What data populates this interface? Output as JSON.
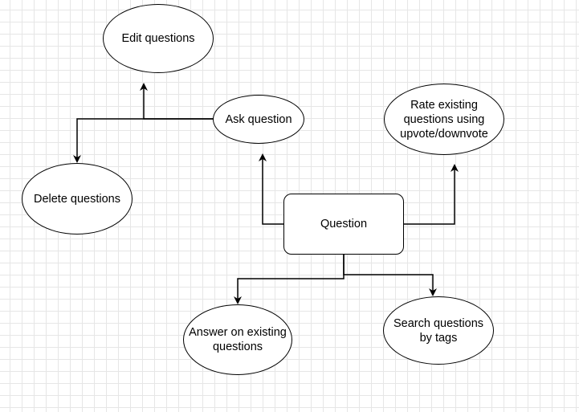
{
  "diagram": {
    "nodes": {
      "edit_questions": "Edit questions",
      "ask_question": "Ask question",
      "rate_existing": "Rate existing\nquestions using\nupvote/downvote",
      "delete_questions": "Delete questions",
      "question": "Question",
      "answer_existing": "Answer on existing\nquestions",
      "search_by_tags": "Search questions\nby tags"
    }
  }
}
